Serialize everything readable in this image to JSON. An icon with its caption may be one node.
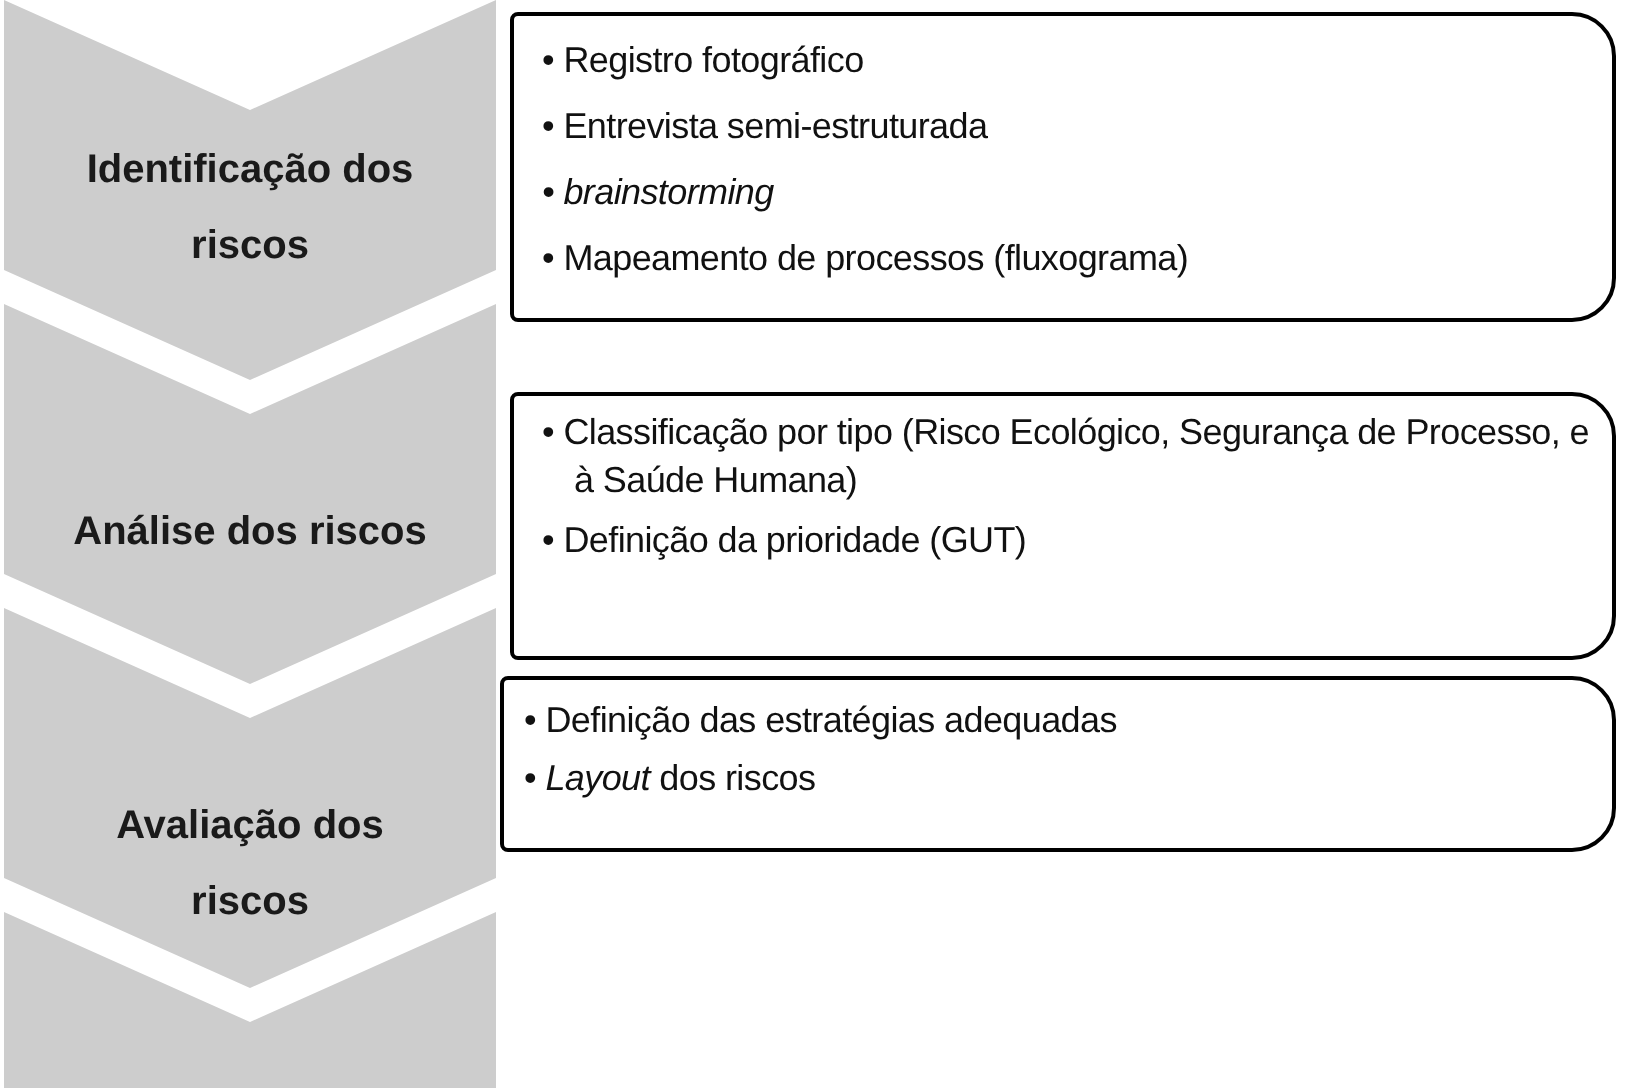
{
  "diagram": {
    "nodes": [
      {
        "text": [
          "Identificação dos riscos"
        ]
      },
      {
        "text": [
          "• Registro fotográfico",
          "• Entrevista semi-estruturada",
          "• brainstorming",
          "• Mapeamento de processos (fluxograma)"
        ]
      },
      {
        "text": [
          "Análise dos riscos"
        ]
      },
      {
        "text": [
          "• Classificação por tipo (Risco Ecológico, Segurança de Processo, e à Saúde Humana)",
          "• Definição da prioridade (GUT)"
        ]
      },
      {
        "text": [
          "Avaliação dos riscos"
        ]
      },
      {
        "text": [
          "• Definição das estratégias adequadas",
          "• *Layout* dos riscos"
        ]
      },
      {
        "text": [],
        "shape": "chevron"
      }
    ]
  }
}
